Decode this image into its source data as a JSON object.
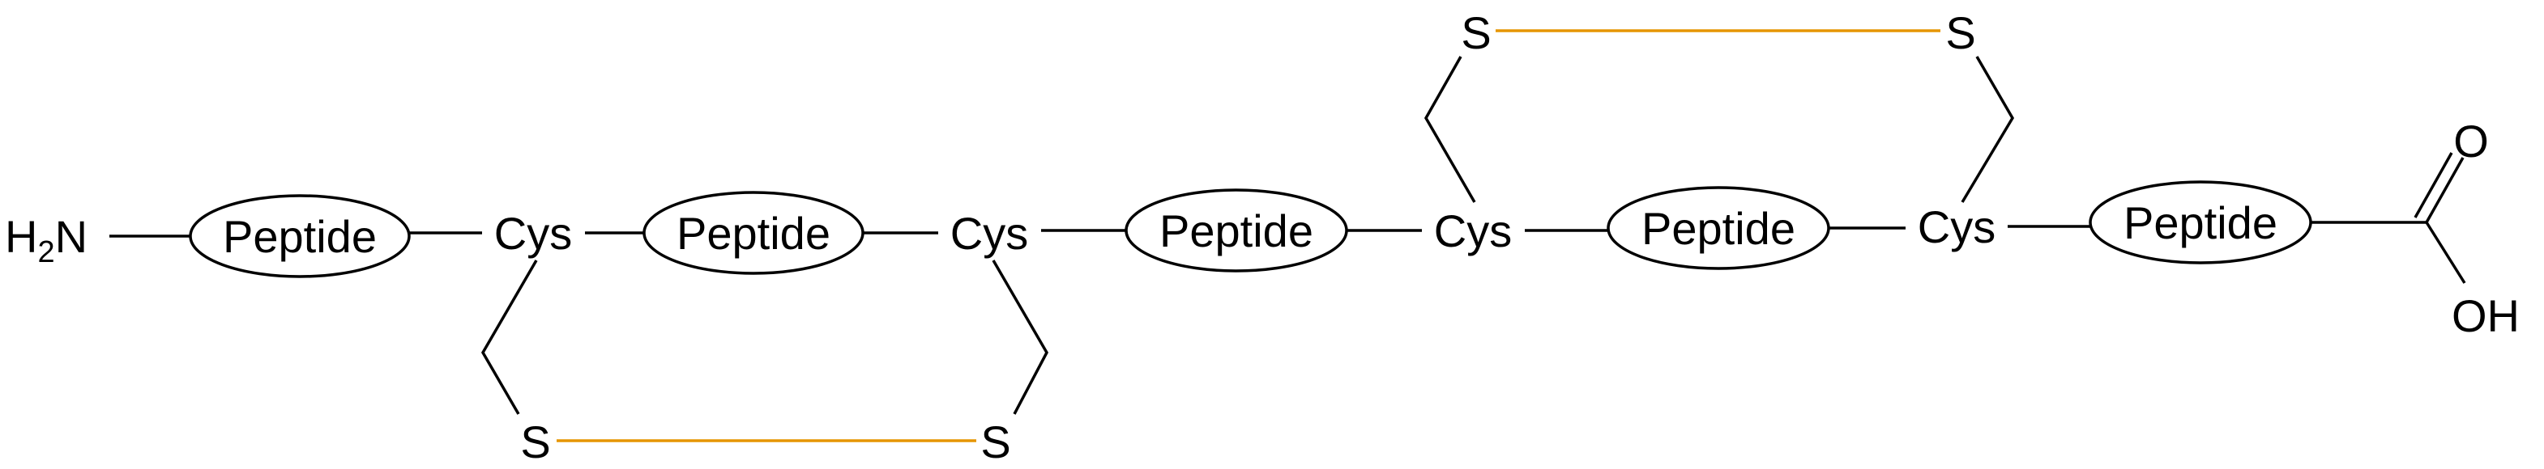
{
  "molecule": {
    "n_terminus": {
      "main": "H",
      "subscript": "2",
      "suffix": "N"
    },
    "peptide_label": "Peptide",
    "cysteine_label": "Cys",
    "sulfur_label": "S",
    "carbonyl_oxygen": "O",
    "hydroxyl": "OH",
    "segments": [
      {
        "label": "Peptide"
      },
      {
        "label": "Cys"
      },
      {
        "label": "Peptide"
      },
      {
        "label": "Cys"
      },
      {
        "label": "Peptide"
      },
      {
        "label": "Cys"
      },
      {
        "label": "Peptide"
      },
      {
        "label": "Cys"
      },
      {
        "label": "Peptide"
      }
    ],
    "disulfide_bridges": [
      {
        "from_cys": 1,
        "to_cys": 2,
        "side": "below"
      },
      {
        "from_cys": 3,
        "to_cys": 4,
        "side": "above"
      }
    ]
  },
  "colors": {
    "bond": "#000000",
    "disulfide_bond": "#E69500"
  }
}
